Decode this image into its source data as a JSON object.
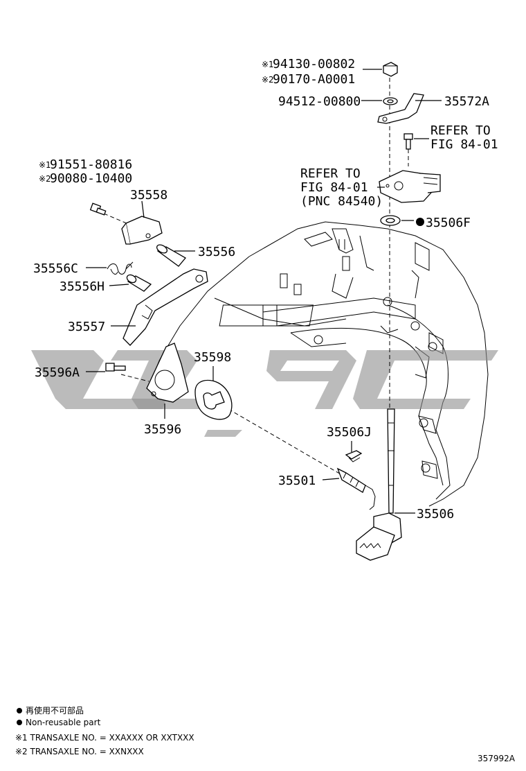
{
  "diagram": {
    "labels": {
      "nut_alt1_mark": "※1",
      "nut_alt1_pn": "94130-00802",
      "nut_alt2_mark": "※2",
      "nut_alt2_pn": "90170-A0001",
      "washer": "94512-00800",
      "bracket": "35572A",
      "refer_top_1": "REFER TO",
      "refer_top_2": "FIG 84-01",
      "refer_mid_1": "REFER TO",
      "refer_mid_2": "FIG 84-01",
      "refer_mid_3": "(PNC 84540)",
      "oil_seal": "35506F",
      "bolt_alt1_mark": "※1",
      "bolt_alt1_pn": "91551-80816",
      "bolt_alt2_mark": "※2",
      "bolt_alt2_pn": "90080-10400",
      "plate": "35558",
      "pin_upper": "35556",
      "spring": "35556C",
      "pin_lower": "35556H",
      "lever": "35557",
      "bolt_detent": "35596A",
      "detent_spring": "35596",
      "cam": "35598",
      "clip": "35506J",
      "pin_shaft": "35501",
      "shaft": "35506"
    },
    "legend": {
      "line1": "再使用不可部品",
      "line2": "Non-reusable part",
      "line3": "※1 TRANSAXLE NO. = XXAXXX OR XXTXXX",
      "line4": "※2 TRANSAXLE NO. = XXNXXX"
    },
    "figure_id": "357992A",
    "watermark_color": "#8e8e8e"
  }
}
